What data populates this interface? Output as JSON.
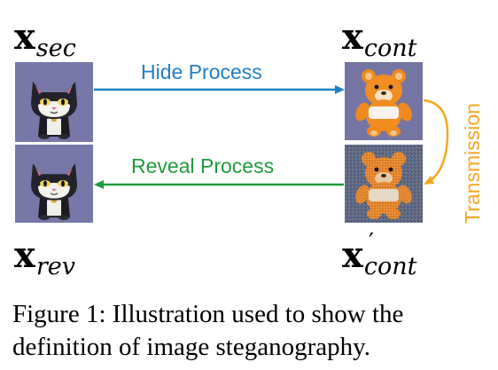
{
  "labels": {
    "sec": {
      "base": "x",
      "sub": "sec"
    },
    "cont": {
      "base": "x",
      "sub": "cont"
    },
    "rev": {
      "base": "x",
      "sub": "rev"
    },
    "cont_prime": {
      "base": "x",
      "sub": "cont",
      "prime": "′"
    }
  },
  "arrows": {
    "hide": {
      "label": "Hide Process",
      "color": "#1f7fc6"
    },
    "reveal": {
      "label": "Reveal Process",
      "color": "#1e9b3c"
    },
    "transmission": {
      "label": "Transmission",
      "color": "#f5a623"
    }
  },
  "images": {
    "secret": "black-cat-icon",
    "container": "orange-teddy-bear",
    "revealed": "black-cat-icon",
    "received": "noisy-orange-teddy-bear"
  },
  "caption": {
    "prefix": "Figure 1:",
    "text": "Illustration used to show the definition of image steganography."
  }
}
